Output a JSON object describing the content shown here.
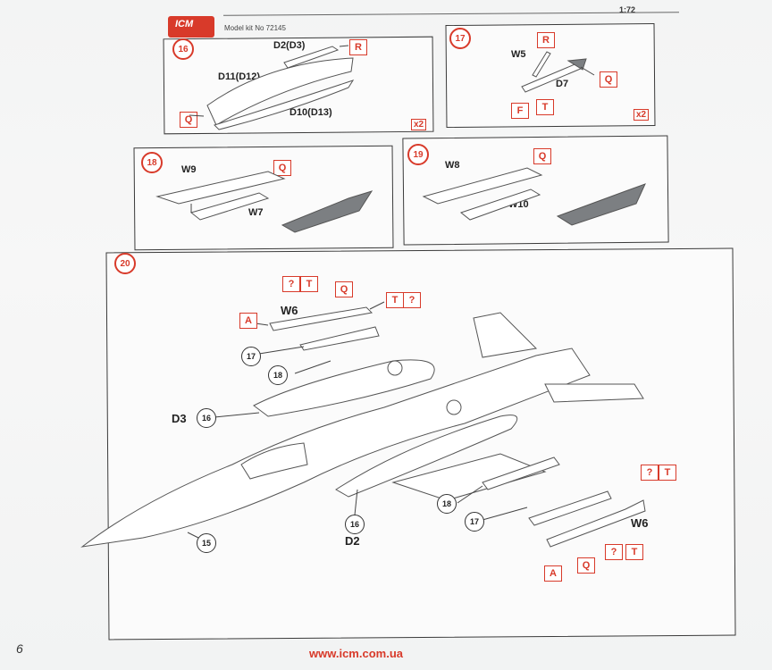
{
  "header": {
    "brand": "ICM",
    "model_kit": "Model kit No 72145",
    "scale": "1:72"
  },
  "steps": [
    {
      "num": "16",
      "multiplier": "x2",
      "labels": {
        "a": "D2(D3)",
        "b": "D11(D12)",
        "c": "D10(D13)"
      },
      "tags": [
        "R",
        "Q"
      ]
    },
    {
      "num": "17",
      "multiplier": "x2",
      "labels": {
        "a": "W5",
        "b": "D7"
      },
      "tags": [
        "R",
        "Q",
        "F",
        "T"
      ]
    },
    {
      "num": "18",
      "labels": {
        "a": "W9",
        "b": "W7"
      },
      "tags": [
        "Q"
      ]
    },
    {
      "num": "19",
      "labels": {
        "a": "W8",
        "b": "W10"
      },
      "tags": [
        "Q"
      ]
    },
    {
      "num": "20",
      "labels": {
        "w6_top": "W6",
        "d3": "D3",
        "d2": "D2",
        "w6_bottom": "W6"
      },
      "tags_top": [
        "?",
        "T",
        "Q",
        "T",
        "?",
        "A"
      ],
      "tags_bottom": [
        "?",
        "T",
        "A",
        "Q",
        "?",
        "T"
      ],
      "refs": {
        "r17a": "17",
        "r18a": "18",
        "r16a": "16",
        "r16b": "16",
        "r18b": "18",
        "r17b": "17",
        "r15": "15"
      }
    }
  ],
  "footer": {
    "page_number": "6",
    "url": "www.icm.com.ua"
  },
  "colors": {
    "accent": "#d83a2a",
    "line": "#3a3a3a"
  }
}
